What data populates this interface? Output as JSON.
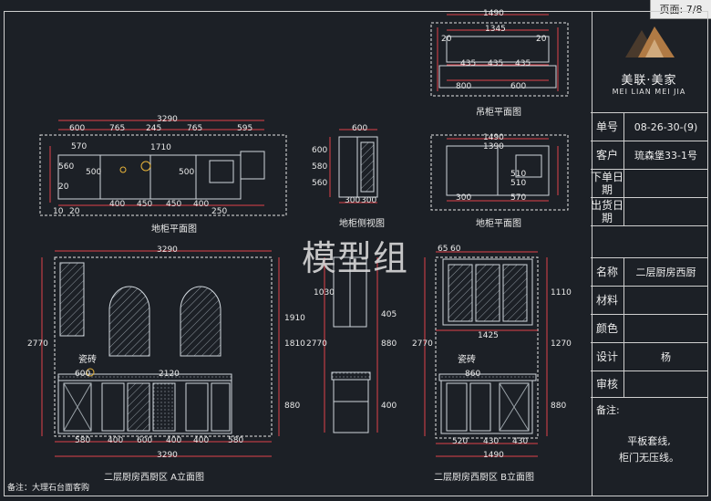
{
  "page_indicator": "页面: 7/8",
  "watermark": "模型组",
  "views": {
    "base_plan": "地柜平面图",
    "base_side": "地柜侧视图",
    "hanging_plan": "吊柜平面图",
    "base_plan_b": "地柜平面图",
    "elev_a": "二层厨房西厨区 A立面图",
    "elev_b": "二层厨房西厨区 B立面图"
  },
  "tile_labels": [
    "瓷砖",
    "瓷砖"
  ],
  "dims": {
    "base_plan_total": "3290",
    "base_plan_parts": [
      "600",
      "765",
      "245",
      "765",
      "595"
    ],
    "base_plan_bottom": [
      "10",
      "20",
      "400",
      "450",
      "450",
      "400",
      "250"
    ],
    "base_plan_left": [
      "570",
      "20",
      "560"
    ],
    "base_plan_mid": [
      "1710",
      "500",
      "500"
    ],
    "hang_total": "1490",
    "hang_inner": "1345",
    "hang_parts": [
      "435",
      "435",
      "435"
    ],
    "hang_bottom": [
      "800",
      "600"
    ],
    "hang_left": [
      "20",
      "20"
    ],
    "side_top": "600",
    "side_bottom": [
      "300",
      "300"
    ],
    "side_h": [
      "600",
      "580",
      "560"
    ],
    "plan_b_total": "1490",
    "plan_b_inner": "1390",
    "plan_b_parts": [
      "510",
      "510"
    ],
    "plan_b_bottom": [
      "300",
      "570"
    ],
    "elev_a_total": "3290",
    "elev_a_heights": [
      "2770",
      "1910",
      "1810",
      "880"
    ],
    "elev_a_bottom": [
      "580",
      "400",
      "600",
      "400",
      "400",
      "580"
    ],
    "elev_a_counter": [
      "600",
      "2120"
    ],
    "elev_b_total": "1490",
    "elev_b_top": [
      "65",
      "60"
    ],
    "elev_b_mid": "1425",
    "elev_b_counter": "860",
    "elev_b_bottom": [
      "520",
      "430",
      "430"
    ],
    "elev_b_heights": [
      "2770",
      "1110",
      "880",
      "1270"
    ],
    "side_elev_heights": [
      "2770",
      "1030",
      "880",
      "405",
      "400"
    ]
  },
  "footnote": "备注：大理石台面客购",
  "title_block": {
    "brand_cn": "美联·美家",
    "brand_en": "MEI LIAN MEI JIA",
    "rows": [
      {
        "key": "单号",
        "value": "08-26-30-(9)"
      },
      {
        "key": "客户",
        "value": "琉森堡33-1号"
      },
      {
        "key": "下单日期",
        "value": ""
      },
      {
        "key": "出货日期",
        "value": ""
      },
      {
        "key": "名称",
        "value": "二层厨房西厨"
      },
      {
        "key": "材料",
        "value": ""
      },
      {
        "key": "颜色",
        "value": ""
      },
      {
        "key": "设计",
        "value": "杨"
      },
      {
        "key": "审核",
        "value": ""
      }
    ],
    "note_label": "备注:",
    "note_lines": [
      "平板套线,",
      "柜门无压线。"
    ]
  },
  "colors": {
    "background": "#1c2026",
    "line": "#e6e6e6",
    "dimension": "#e0424a",
    "cabinet": "#bfc6cc",
    "accent": "#e8b43a",
    "logo_dark": "#4a3a2c",
    "logo_light": "#b07a44"
  }
}
